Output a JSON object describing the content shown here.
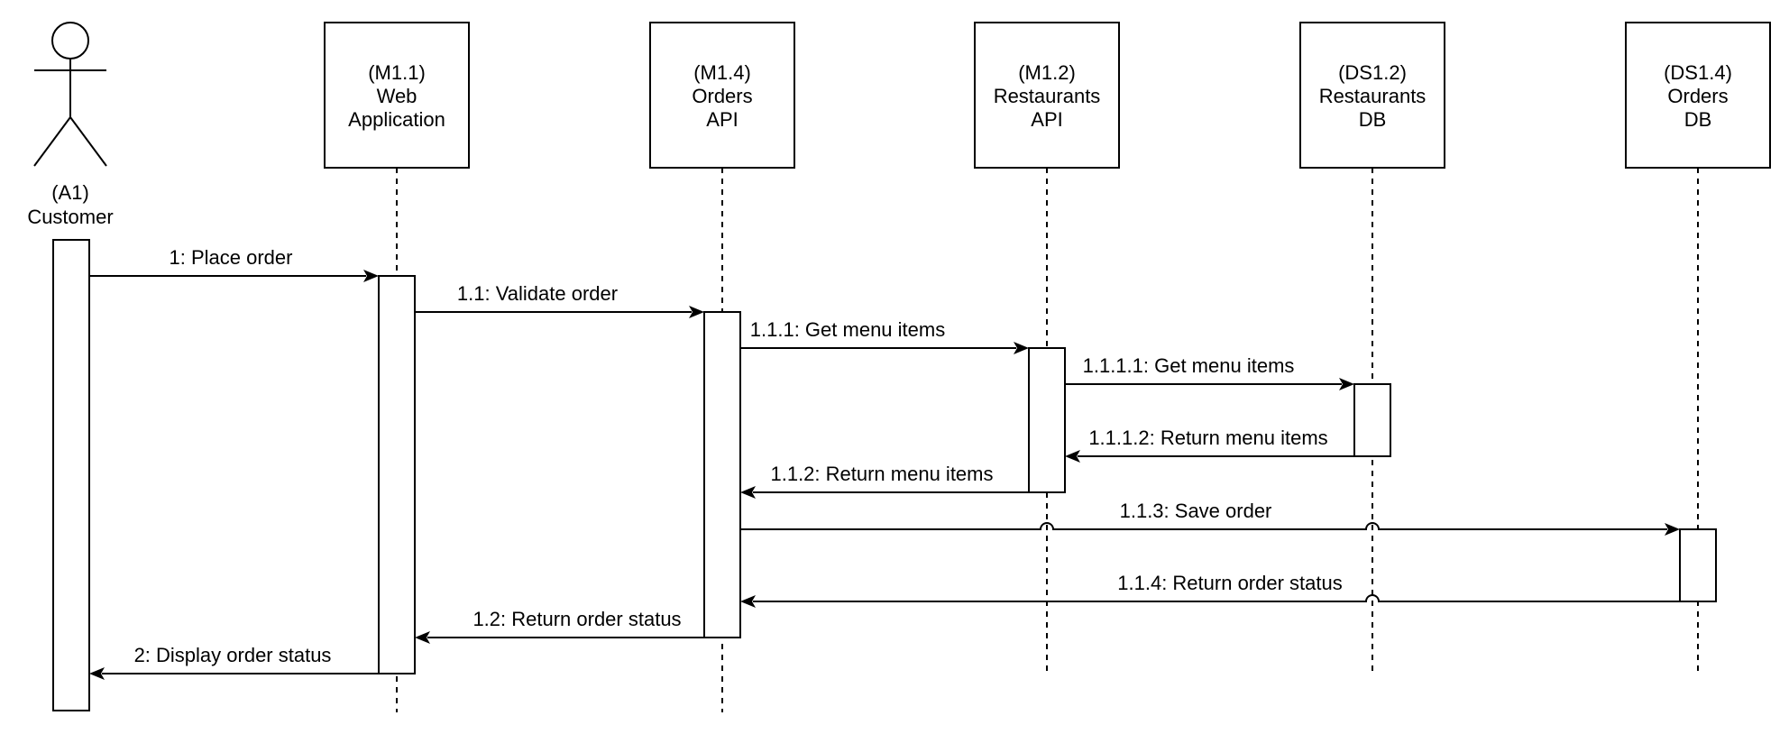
{
  "diagram": {
    "actor": {
      "id_label": "(A1)",
      "name": "Customer",
      "icon": "stick-figure-icon"
    },
    "participants": [
      {
        "key": "web-application",
        "lines": [
          "(M1.1)",
          "Web",
          "Application"
        ]
      },
      {
        "key": "orders-api",
        "lines": [
          "(M1.4)",
          "Orders",
          "API"
        ]
      },
      {
        "key": "restaurants-api",
        "lines": [
          "(M1.2)",
          "Restaurants",
          "API"
        ]
      },
      {
        "key": "restaurants-db",
        "lines": [
          "(DS1.2)",
          "Restaurants",
          "DB"
        ]
      },
      {
        "key": "orders-db",
        "lines": [
          "(DS1.4)",
          "Orders",
          "DB"
        ]
      }
    ],
    "messages": [
      {
        "label": "1: Place order",
        "from": "customer",
        "to": "web-application",
        "kind": "call"
      },
      {
        "label": "1.1: Validate order",
        "from": "web-application",
        "to": "orders-api",
        "kind": "call"
      },
      {
        "label": "1.1.1: Get menu items",
        "from": "orders-api",
        "to": "restaurants-api",
        "kind": "call"
      },
      {
        "label": "1.1.1.1: Get menu items",
        "from": "restaurants-api",
        "to": "restaurants-db",
        "kind": "call"
      },
      {
        "label": "1.1.1.2: Return menu items",
        "from": "restaurants-db",
        "to": "restaurants-api",
        "kind": "return"
      },
      {
        "label": "1.1.2: Return menu items",
        "from": "restaurants-api",
        "to": "orders-api",
        "kind": "return"
      },
      {
        "label": "1.1.3: Save order",
        "from": "orders-api",
        "to": "orders-db",
        "kind": "call"
      },
      {
        "label": "1.1.4: Return order status",
        "from": "orders-db",
        "to": "orders-api",
        "kind": "return"
      },
      {
        "label": "1.2: Return order status",
        "from": "orders-api",
        "to": "web-application",
        "kind": "return"
      },
      {
        "label": "2: Display order status",
        "from": "web-application",
        "to": "customer",
        "kind": "return"
      }
    ]
  }
}
